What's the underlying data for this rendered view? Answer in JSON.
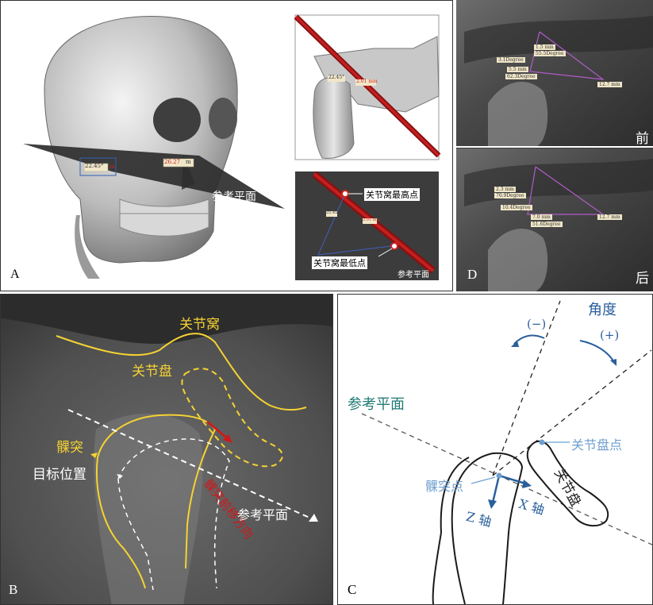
{
  "panels": {
    "A": {
      "label": "A",
      "ref_plane": "参考平面",
      "angle_small": "22.45°",
      "m_small": "m",
      "mm_small": "26.27",
      "mm_unit": "m",
      "inset_tr": {
        "angle": "22.45°",
        "len": "2.01 mm"
      },
      "inset_br": {
        "highest": "关节窝最高点",
        "lowest": "关节窝最低点",
        "plane": "参考平面",
        "angle": "22.45°",
        "len": "2.01 mm"
      }
    },
    "D": {
      "label": "D",
      "top_tag": "前",
      "bottom_tag": "后",
      "top_meas": [
        "1.5 mm",
        "55.5Degree",
        "3.1Degree",
        "5.5 mm",
        "62.3Degree",
        "12.7 mm"
      ],
      "bottom_meas": [
        "2.3 mm",
        "70.9Degree",
        "10.4Degree",
        "7.0 mm",
        "51.6Degree",
        "12.7 mm"
      ]
    },
    "B": {
      "label": "B",
      "fossa": "关节窝",
      "disc": "关节盘",
      "condyle": "髁突",
      "target": "目标位置",
      "direction": "髁突前移方向",
      "plane": "参考平面"
    },
    "C": {
      "label": "C",
      "angle_title": "角度",
      "minus": "(−)",
      "plus": "(+)",
      "plane": "参考平面",
      "disc_point": "关节盘点",
      "disc": "关节盘",
      "condyle_point": "髁突点",
      "z_axis": "Z 轴",
      "x_axis": "X 轴"
    }
  },
  "colors": {
    "yellow": "#f5d232",
    "red": "#c21a1a",
    "teal": "#1f7a73",
    "blue": "#2a5f9c",
    "lightblue": "#6f9fd0",
    "purple": "#b05cc8"
  }
}
